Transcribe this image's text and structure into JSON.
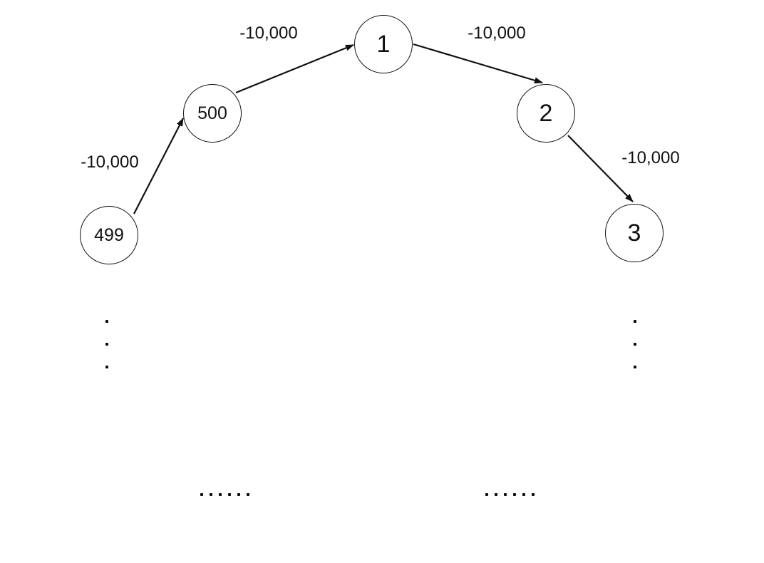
{
  "figure": {
    "background": "#ffffff",
    "ink": "#111111",
    "description": "Cycle graph fragment with negative edge weights",
    "nodes": [
      {
        "label": "499"
      },
      {
        "label": "500"
      },
      {
        "label": "1"
      },
      {
        "label": "2"
      },
      {
        "label": "3"
      }
    ],
    "edges": [
      {
        "from": "499",
        "to": "500",
        "label": "-10,000"
      },
      {
        "from": "500",
        "to": "1",
        "label": "-10,000"
      },
      {
        "from": "1",
        "to": "2",
        "label": "-10,000"
      },
      {
        "from": "2",
        "to": "3",
        "label": "-10,000"
      }
    ],
    "ellipses": {
      "vertical_left": {
        "count": 3
      },
      "vertical_right": {
        "count": 3
      },
      "horizontal_left": {
        "count": 6
      },
      "horizontal_right": {
        "count": 6
      }
    }
  }
}
